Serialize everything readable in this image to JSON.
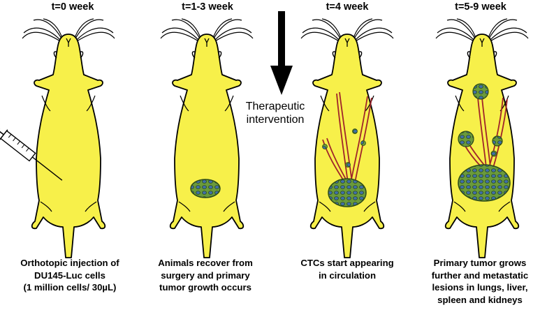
{
  "stages": [
    {
      "title": "t=0 week",
      "caption": [
        "Orthotopic injection of",
        "DU145-Luc cells",
        "(1 million cells/ 30µL)"
      ]
    },
    {
      "title": "t=1-3 week",
      "caption": [
        "Animals recover from",
        "surgery and primary",
        "tumor growth occurs"
      ]
    },
    {
      "title": "t=4 week",
      "caption": [
        "CTCs start appearing",
        "in circulation"
      ]
    },
    {
      "title": "t=5-9 week",
      "caption": [
        "Primary tumor grows",
        "further and metastatic",
        "lesions in lungs, liver,",
        "spleen and kidneys"
      ]
    }
  ],
  "intervention": {
    "label": [
      "Therapeutic",
      "intervention"
    ]
  },
  "colors": {
    "mouse_body": "#f7f04a",
    "tumor": "#6a9a3c",
    "tumor_cell": "#3f6fa8",
    "vessel": "#a0242a",
    "outline": "#000000"
  },
  "icons": [
    "syringe-icon",
    "down-arrow-icon",
    "mouse-icon",
    "tumor-icon",
    "blood-vessel-icon"
  ]
}
